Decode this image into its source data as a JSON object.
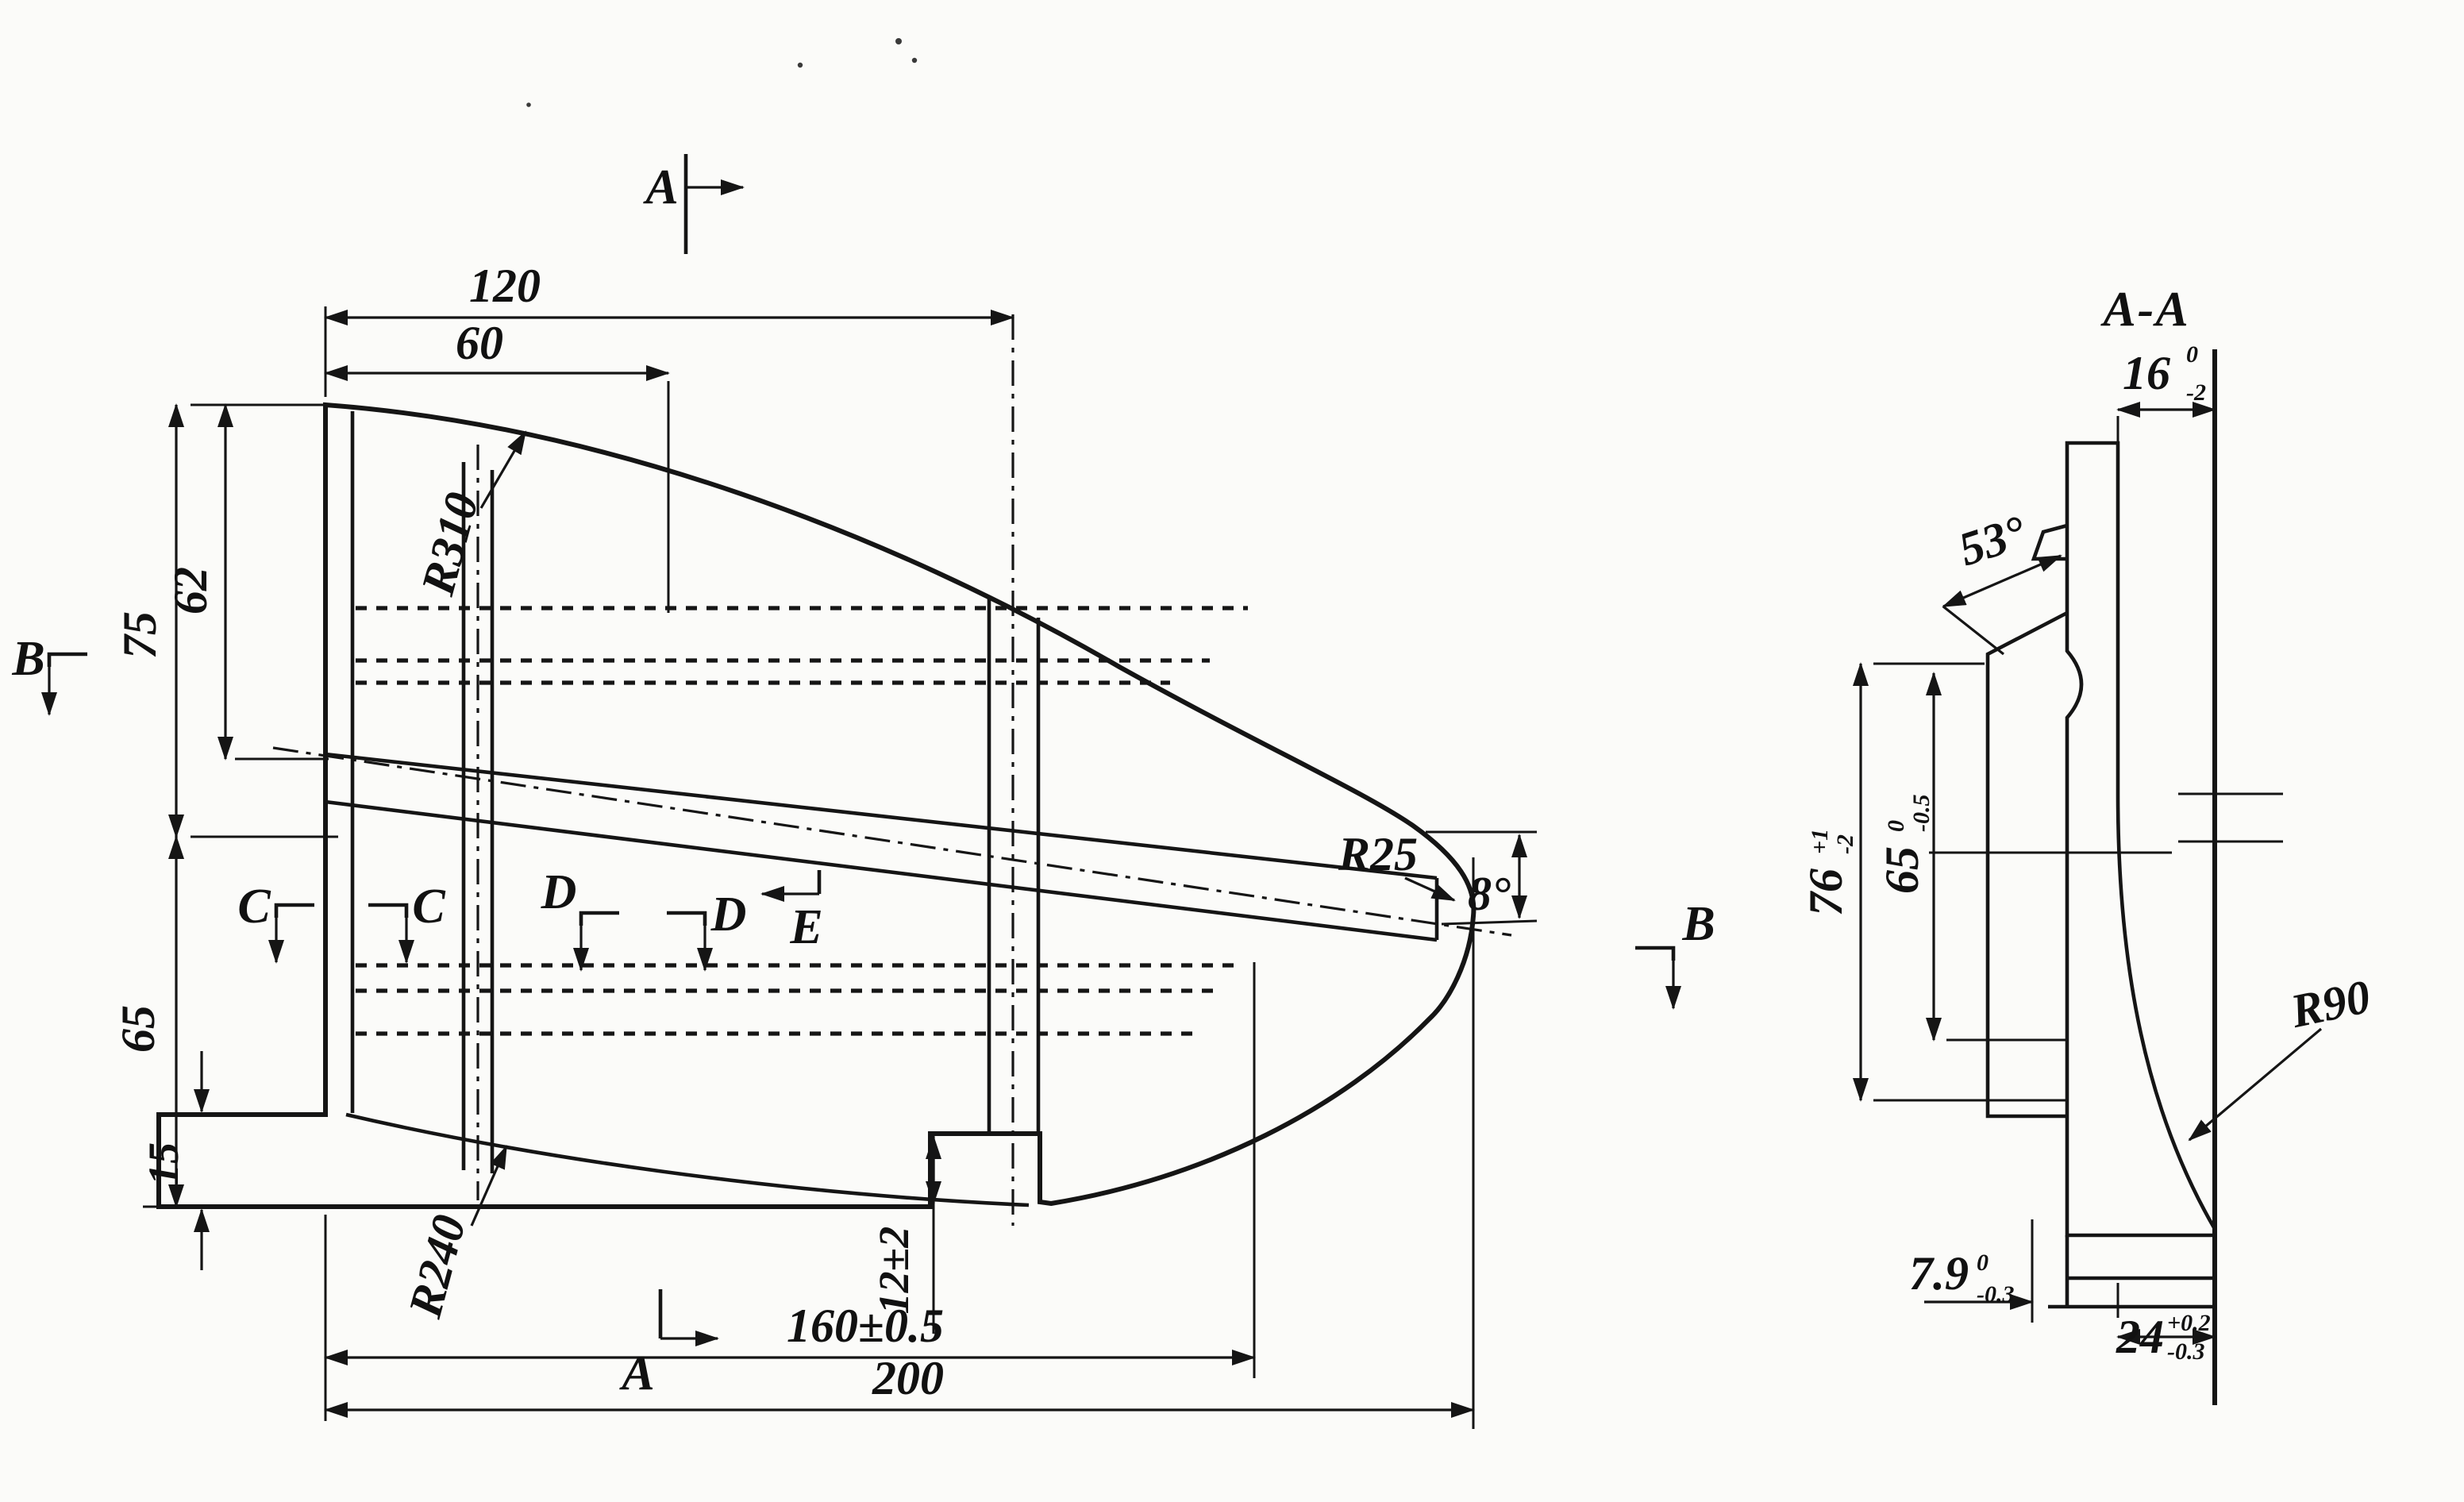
{
  "main_view": {
    "dimensions": {
      "width_120": "120",
      "width_60": "60",
      "height_75": "75",
      "height_62": "62",
      "height_65": "65",
      "height_15": "15",
      "step_12": "12±2",
      "length_160": "160±0.5",
      "length_200": "200"
    },
    "radii": {
      "r310": "R310",
      "r240": "R240",
      "r25": "R25"
    },
    "angle_8": "8°",
    "markers": {
      "a_top": "A",
      "a_bottom": "A",
      "b_left": "B",
      "b_right": "B",
      "c_left": "C",
      "c_right": "C",
      "d_left": "D",
      "d_right": "D",
      "e": "E"
    }
  },
  "section_view": {
    "title": "A-A",
    "dim_16": {
      "value": "16",
      "tol_top": "0",
      "tol_bottom": "-2"
    },
    "angle_53": "53°",
    "dim_76": {
      "value": "76",
      "tol_top": "+1",
      "tol_bottom": "-2"
    },
    "dim_65": {
      "value": "65",
      "tol_top": "0",
      "tol_bottom": "-0.5"
    },
    "radius_r90": "R90",
    "dim_7_9": {
      "value": "7.9",
      "tol_top": "0",
      "tol_bottom": "-0.3"
    },
    "dim_24": {
      "value": "24",
      "tol_top": "+0.2",
      "tol_bottom": "-0.3"
    }
  },
  "colors": {
    "ink": "#151515",
    "background": "#fbfbf9"
  }
}
